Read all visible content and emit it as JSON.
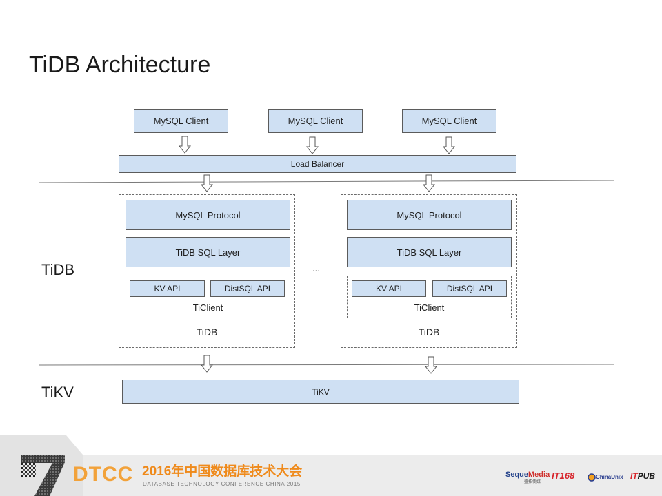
{
  "slide": {
    "title": "TiDB Architecture"
  },
  "clients": [
    {
      "label": "MySQL Client"
    },
    {
      "label": "MySQL Client"
    },
    {
      "label": "MySQL Client"
    }
  ],
  "load_balancer": {
    "label": "Load Balancer"
  },
  "tiers": {
    "tidb": "TiDB",
    "tikv": "TiKV"
  },
  "tidb_nodes": [
    {
      "protocol": "MySQL Protocol",
      "sql_layer": "TiDB SQL Layer",
      "kv_api": "KV API",
      "distsql_api": "DistSQL API",
      "client": "TiClient",
      "name": "TiDB"
    },
    {
      "protocol": "MySQL Protocol",
      "sql_layer": "TiDB SQL Layer",
      "kv_api": "KV API",
      "distsql_api": "DistSQL API",
      "client": "TiClient",
      "name": "TiDB"
    }
  ],
  "ellipsis": "...",
  "tikv": {
    "label": "TiKV"
  },
  "footer": {
    "conference_logo": "DTCC",
    "conference_name_cn": "2016年中国数据库技术大会",
    "conference_name_en": "DATABASE TECHNOLOGY CONFERENCE CHINA 2015",
    "sponsors": {
      "seque_first": "Seque",
      "seque_second": "Media",
      "seque_cn": "盛拓传媒",
      "it168": "IT168",
      "chinaunix": "ChinaUnix",
      "itpub_first": "IT",
      "itpub_second": "PUB"
    }
  },
  "colors": {
    "box_fill": "#cfe0f3",
    "box_border": "#5b5b5b",
    "conference_orange": "#f08c1a",
    "footer_gray": "#ececec"
  }
}
